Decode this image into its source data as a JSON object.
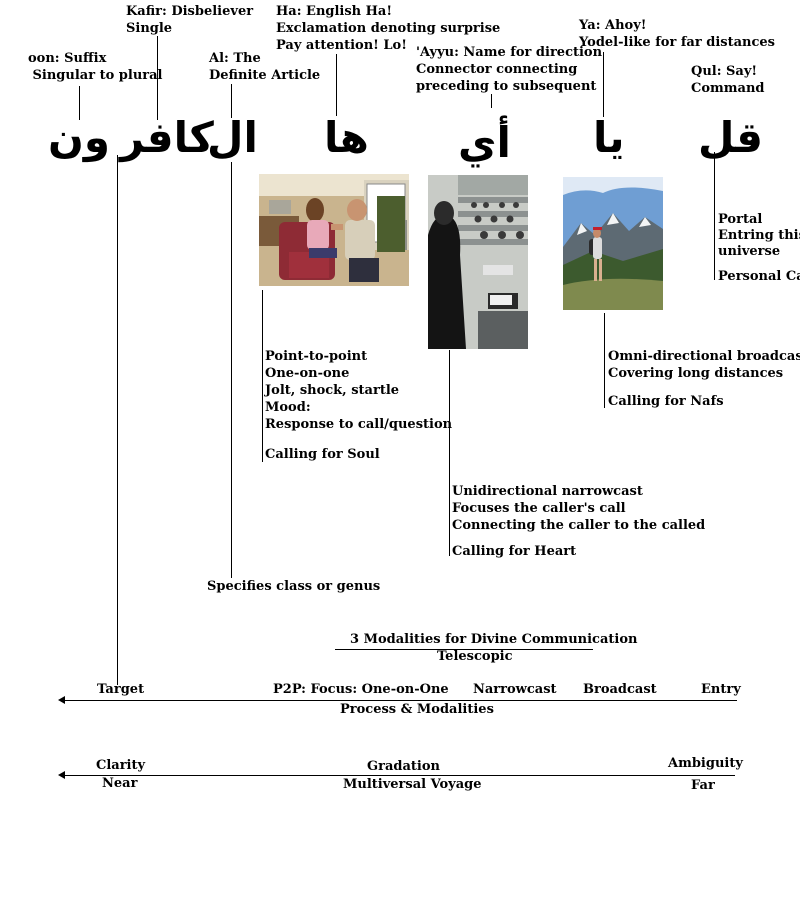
{
  "words": {
    "wun": "ون",
    "kafir": "كافر",
    "al": "ال",
    "ha": "ها",
    "ayyu": "أي",
    "ya": "يا",
    "qul": "قل"
  },
  "annotations": {
    "wun": "oon: Suffix\n Singular to plural",
    "kafir": "Kafir: Disbeliever\nSingle",
    "al": "Al: The\nDefinite Article",
    "ha": "Ha: English Ha!\nExclamation denoting surprise\nPay attention! Lo!",
    "ayyu": "'Ayyu: Name for direction\nConnector connecting\npreceding to subsequent",
    "ya": "Ya: Ahoy!\nYodel-like for far distances",
    "qul": "Qul: Say!\nCommand"
  },
  "descriptions": {
    "qul": "Portal\nEntring this\nuniverse",
    "qul_call": "Personal Call",
    "ha": "Point-to-point\nOne-on-one\nJolt, shock, startle\nMood:\nResponse to call/question",
    "ha_call": "Calling for Soul",
    "ya": "Omni-directional broadcast\nCovering long distances",
    "ya_call": "Calling for Nafs",
    "ayyu": "Unidirectional narrowcast\nFocuses the caller's call\nConnecting the caller to the called",
    "ayyu_call": "Calling for Heart",
    "al": "Specifies class or genus"
  },
  "modalities": {
    "title": "3 Modalities for Divine Communication",
    "subtitle": "Telescopic"
  },
  "axis1": {
    "target": "Target",
    "p2p": "P2P: Focus: One-on-One",
    "narrowcast": "Narrowcast",
    "broadcast": "Broadcast",
    "entry": "Entry",
    "label": "Process & Modalities"
  },
  "axis2": {
    "clarity": "Clarity",
    "gradation": "Gradation",
    "ambiguity": "Ambiguity",
    "near": "Near",
    "label": "Multiversal Voyage",
    "far": "Far"
  }
}
